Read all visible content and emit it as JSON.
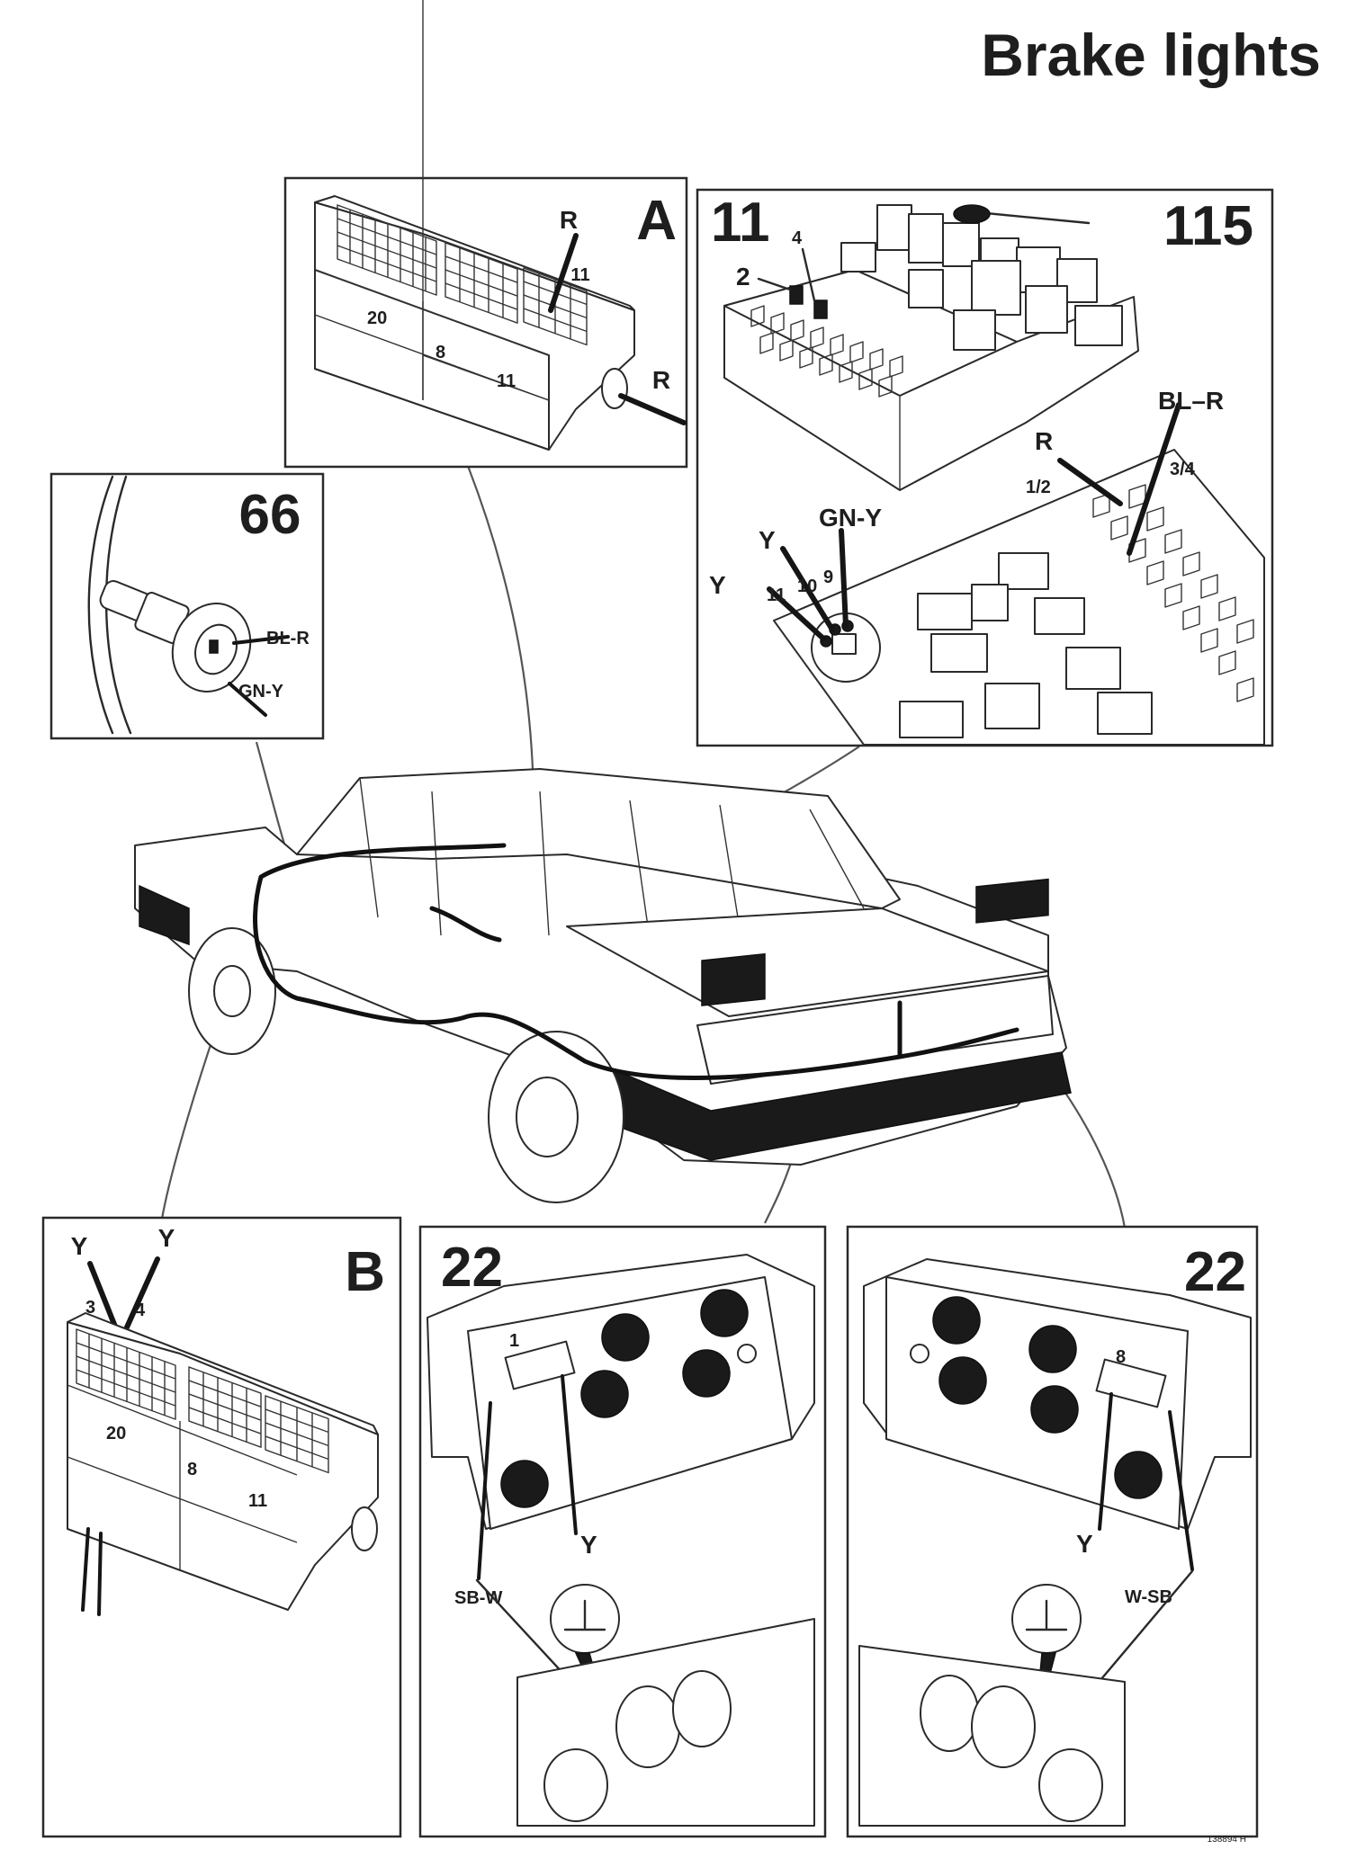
{
  "title": "Brake lights",
  "figure_code": "138894 H",
  "panels": {
    "A": {
      "letter": "A",
      "wire_R_top": "R",
      "pin": "11",
      "wire_R_right": "R",
      "blocks": [
        "20",
        "8",
        "11"
      ]
    },
    "fusebox": {
      "ref": "11",
      "relay_ref": "115",
      "fuse_2": "2",
      "fuse_4": "4",
      "wire_blr": "BL–R",
      "wire_r": "R",
      "pos_12": "1/2",
      "pos_34": "3/4",
      "wire_gny": "GN-Y",
      "wire_y1": "Y",
      "wire_y2": "Y",
      "pin_11": "11",
      "pin_10": "10",
      "pin_9": "9"
    },
    "switch": {
      "ref": "66",
      "wire_blr": "BL-R",
      "wire_gny": "GN-Y"
    },
    "B": {
      "letter": "B",
      "wire_y1": "Y",
      "wire_y2": "Y",
      "pin_3": "3",
      "pin_4": "4",
      "blocks": [
        "20",
        "8",
        "11"
      ]
    },
    "lamp_left": {
      "ref": "22",
      "pin": "1",
      "wire_y": "Y",
      "wire_ground": "SB-W"
    },
    "lamp_right": {
      "ref": "22",
      "pin": "8",
      "wire_y": "Y",
      "wire_ground": "W-SB"
    }
  }
}
